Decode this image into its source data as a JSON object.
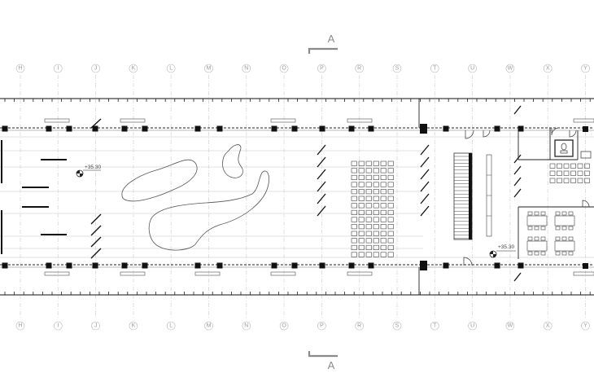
{
  "plan": {
    "section_marker_top": "A",
    "section_marker_bottom": "A",
    "grid_axes": [
      "H",
      "I",
      "J",
      "K",
      "L",
      "M",
      "N",
      "O",
      "P",
      "R",
      "S",
      "T",
      "U",
      "W",
      "X",
      "Y"
    ],
    "level_markers": [
      "+35.30",
      "+35.30"
    ]
  }
}
